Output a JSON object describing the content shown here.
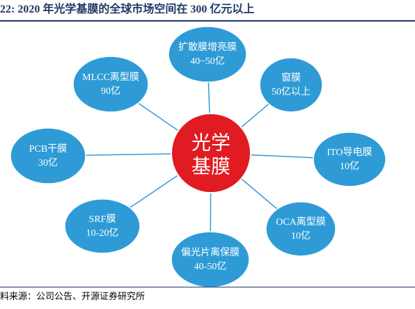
{
  "figure": {
    "title": "22:  2020 年光学基膜的全球市场空间在 300 亿元以上",
    "source": "料来源：公司公告、开源证券研究所"
  },
  "center": {
    "line1": "光学",
    "line2": "基膜"
  },
  "nodes": [
    {
      "id": "diffusion",
      "name": "扩散膜增亮膜",
      "value": "40~50亿"
    },
    {
      "id": "window",
      "name": "窗膜",
      "value": "50亿以上"
    },
    {
      "id": "ito",
      "name": "ITO导电膜",
      "value": "10亿"
    },
    {
      "id": "oca",
      "name": "OCA离型膜",
      "value": "10亿"
    },
    {
      "id": "polarizer",
      "name": "偏光片离保膜",
      "value": "40-50亿"
    },
    {
      "id": "srf",
      "name": "SRF膜",
      "value": "10-20亿"
    },
    {
      "id": "pcb",
      "name": "PCB干膜",
      "value": "30亿"
    },
    {
      "id": "mlcc",
      "name": "MLCC离型膜",
      "value": "90亿"
    }
  ],
  "colors": {
    "node_fill": "#2e9bd6",
    "center_fill": "#e01b22",
    "connector": "#2e9bd6",
    "title_color": "#1f3864"
  }
}
